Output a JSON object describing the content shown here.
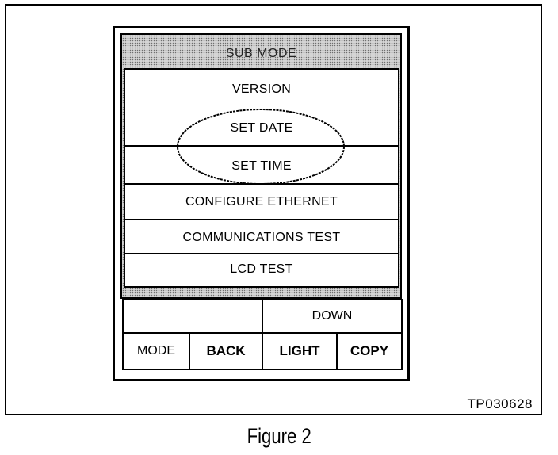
{
  "screen": {
    "title": "SUB MODE",
    "menu": [
      {
        "label": "VERSION"
      },
      {
        "label": "SET DATE"
      },
      {
        "label": "SET TIME"
      },
      {
        "label": "CONFIGURE ETHERNET"
      },
      {
        "label": "COMMUNICATIONS TEST"
      },
      {
        "label": "LCD TEST"
      }
    ]
  },
  "buttons": {
    "top_left": "",
    "down": "DOWN",
    "mode": "MODE",
    "back": "BACK",
    "light": "LIGHT",
    "copy": "COPY"
  },
  "figure_code": "TP030628",
  "caption": "Figure 2",
  "colors": {
    "screen_fill": "#d4d4d4",
    "line": "#000000"
  }
}
